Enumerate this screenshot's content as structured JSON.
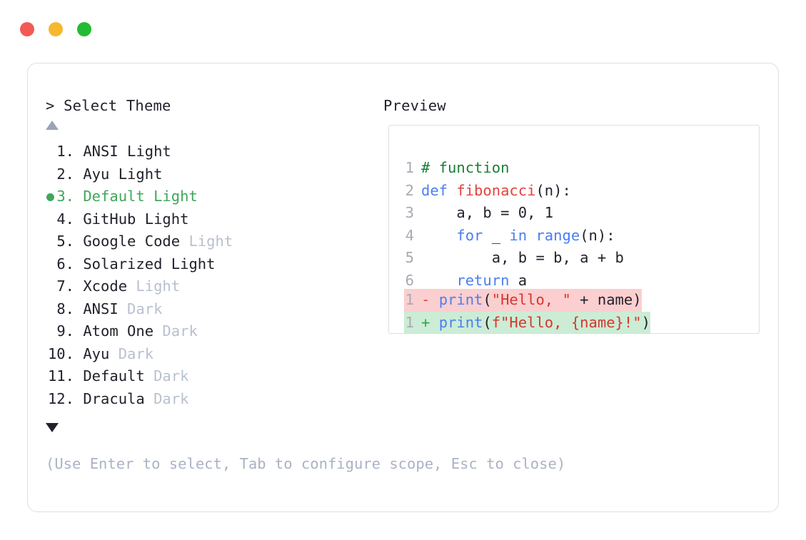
{
  "window": {
    "traffic_lights": [
      {
        "name": "close",
        "color": "#f25a54"
      },
      {
        "name": "minimize",
        "color": "#f5b82e"
      },
      {
        "name": "maximize",
        "color": "#22bb33"
      }
    ]
  },
  "prompt": {
    "marker": ">",
    "title": "Select Theme",
    "scroll_up": "▲",
    "scroll_down": "▼"
  },
  "preview": {
    "label": "Preview"
  },
  "themes": {
    "selected_index": 3,
    "items": [
      {
        "num": "1.",
        "name": "ANSI Light",
        "variant": "",
        "selected": false
      },
      {
        "num": "2.",
        "name": "Ayu Light",
        "variant": "",
        "selected": false
      },
      {
        "num": "3.",
        "name": "Default Light",
        "variant": "",
        "selected": true
      },
      {
        "num": "4.",
        "name": "GitHub Light",
        "variant": "",
        "selected": false
      },
      {
        "num": "5.",
        "name": "Google Code",
        "variant": "Light",
        "selected": false
      },
      {
        "num": "6.",
        "name": "Solarized Light",
        "variant": "",
        "selected": false
      },
      {
        "num": "7.",
        "name": "Xcode",
        "variant": "Light",
        "selected": false
      },
      {
        "num": "8.",
        "name": "ANSI",
        "variant": "Dark",
        "selected": false
      },
      {
        "num": "9.",
        "name": "Atom One",
        "variant": "Dark",
        "selected": false
      },
      {
        "num": "10.",
        "name": "Ayu",
        "variant": "Dark",
        "selected": false
      },
      {
        "num": "11.",
        "name": "Default",
        "variant": "Dark",
        "selected": false
      },
      {
        "num": "12.",
        "name": "Dracula",
        "variant": "Dark",
        "selected": false
      }
    ]
  },
  "code": {
    "lines": [
      {
        "n": "1",
        "tokens": [
          {
            "t": "# function",
            "c": "comment"
          }
        ]
      },
      {
        "n": "2",
        "tokens": [
          {
            "t": "def ",
            "c": "keyword"
          },
          {
            "t": "fibonacci",
            "c": "func"
          },
          {
            "t": "(n):",
            "c": "punct"
          }
        ]
      },
      {
        "n": "3",
        "tokens": [
          {
            "t": "    a, b = 0, 1",
            "c": "plain"
          }
        ]
      },
      {
        "n": "4",
        "tokens": [
          {
            "t": "    ",
            "c": "plain"
          },
          {
            "t": "for",
            "c": "keyword"
          },
          {
            "t": " _ ",
            "c": "plain"
          },
          {
            "t": "in",
            "c": "keyword"
          },
          {
            "t": " ",
            "c": "plain"
          },
          {
            "t": "range",
            "c": "keyword"
          },
          {
            "t": "(n):",
            "c": "punct"
          }
        ]
      },
      {
        "n": "5",
        "tokens": [
          {
            "t": "        a, b = b, a + b",
            "c": "plain"
          }
        ]
      },
      {
        "n": "6",
        "tokens": [
          {
            "t": "    ",
            "c": "plain"
          },
          {
            "t": "return",
            "c": "keyword"
          },
          {
            "t": " a",
            "c": "plain"
          }
        ]
      }
    ]
  },
  "diff": {
    "removed": {
      "n": "1",
      "sign": "-",
      "tokens": [
        {
          "t": "print",
          "c": "keyword"
        },
        {
          "t": "(",
          "c": "punct"
        },
        {
          "t": "\"Hello, \"",
          "c": "string"
        },
        {
          "t": " + name)",
          "c": "plain"
        }
      ]
    },
    "added": {
      "n": "1",
      "sign": "+",
      "tokens": [
        {
          "t": "print",
          "c": "keyword"
        },
        {
          "t": "(",
          "c": "punct"
        },
        {
          "t": "f\"Hello, {name}!\"",
          "c": "string"
        },
        {
          "t": ")",
          "c": "plain"
        }
      ]
    }
  },
  "footer": {
    "hint": "(Use Enter to select, Tab to configure scope, Esc to close)"
  },
  "colors": {
    "selected_green": "#3fa75a",
    "dim_gray": "#b9c0cf",
    "hint_gray": "#aab2c5",
    "comment_green": "#1a7f37",
    "keyword_blue": "#4a7ef2",
    "func_red": "#e2433c",
    "string_red": "#d9352e",
    "diff_del_bg": "#fbcfcf",
    "diff_add_bg": "#ccecd5",
    "card_border": "#dcdfe6"
  }
}
